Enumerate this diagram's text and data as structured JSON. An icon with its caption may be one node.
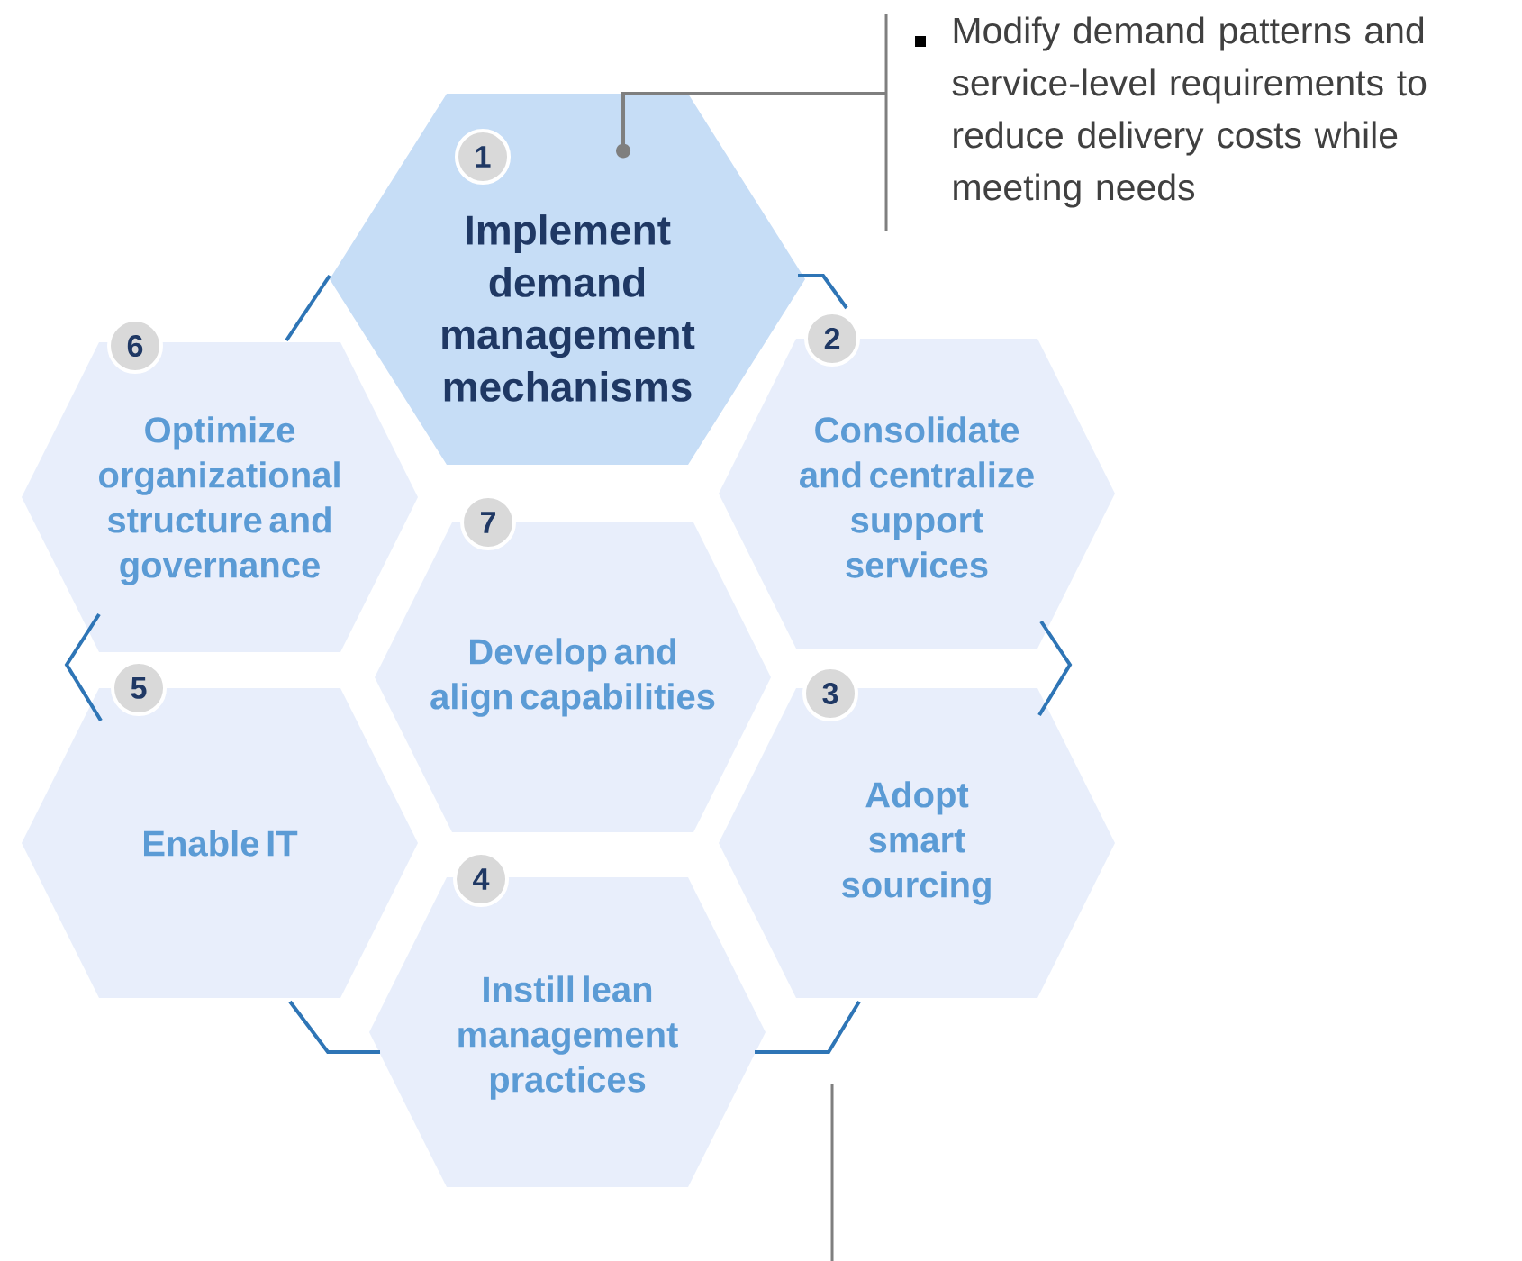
{
  "diagram": {
    "nodes": [
      {
        "text": [
          "1",
          "Implement demand management mechanisms"
        ]
      },
      {
        "text": [
          "2",
          "Consolidate and centralize support services"
        ]
      },
      {
        "text": [
          "3",
          "Adopt smart sourcing"
        ]
      },
      {
        "text": [
          "4",
          "Instill lean management practices"
        ]
      },
      {
        "text": [
          "5",
          "Enable IT"
        ]
      },
      {
        "text": [
          "6",
          "Optimize organizational structure and governance"
        ]
      },
      {
        "text": [
          "7",
          "Develop and align capabilities"
        ]
      },
      {
        "text": [
          "Modify demand patterns and service-level requirements to reduce delivery costs while meeting needs"
        ]
      }
    ],
    "edges": [
      {
        "from": 7,
        "to": 0,
        "arrow": "other",
        "color": "#7f7f7f"
      },
      {
        "from": 0,
        "to": 5,
        "arrow": "none"
      },
      {
        "from": 0,
        "to": 1,
        "arrow": "none"
      },
      {
        "from": 1,
        "to": 2,
        "arrow": "none"
      },
      {
        "from": 2,
        "to": 3,
        "arrow": "none"
      },
      {
        "from": 3,
        "to": 4,
        "arrow": "none"
      },
      {
        "from": 4,
        "to": 5,
        "arrow": "none"
      }
    ]
  }
}
